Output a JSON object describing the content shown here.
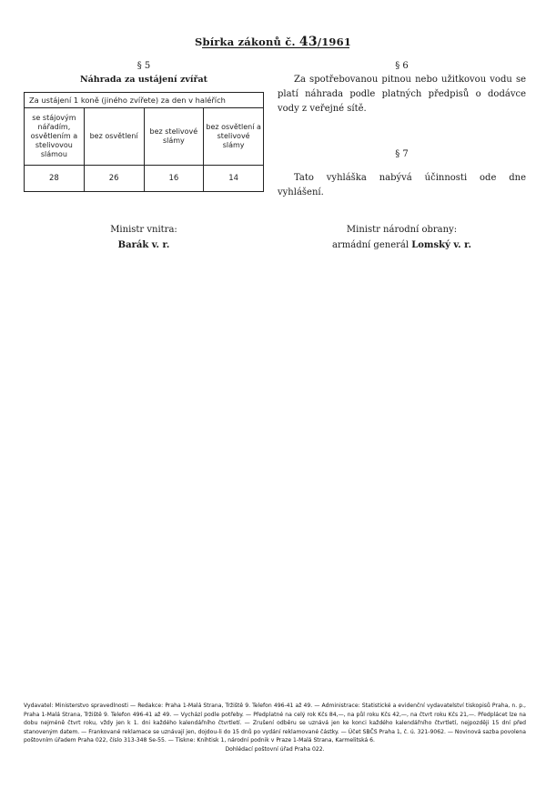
{
  "header": {
    "text": "Sbírka zákonů č. ",
    "number": "43",
    "year": "/1961"
  },
  "section5": {
    "sign": "§ 5",
    "title": "Náhrada za ustájení zvířat",
    "table": {
      "header": "Za ustájení 1 koně (jiného zvířete) za den v haléřích",
      "columns": [
        "se stájovým nářadím, osvětlením a stelivovou slámou",
        "bez osvětlení",
        "bez stelivové slámy",
        "bez osvětlení a stelivové slámy"
      ],
      "values": [
        "28",
        "26",
        "16",
        "14"
      ]
    }
  },
  "section6": {
    "sign": "§ 6",
    "text": "Za spotřebovanou pitnou nebo užitkovou vodu se platí náhrada podle platných předpisů o dodávce vody z veřejné sítě."
  },
  "section7": {
    "sign": "§ 7",
    "text": "Tato vyhláška nabývá účinnosti ode dne vyhlášení."
  },
  "signatures": {
    "left": {
      "title": "Ministr vnitra:",
      "name": "Barák v. r."
    },
    "right": {
      "title": "Ministr národní obrany:",
      "rank": "armádní generál ",
      "name": "Lomský v. r."
    }
  },
  "footer": {
    "lines": [
      "Vydavatel: Ministerstvo spravedlnosti — Redakce: Praha 1-Malá Strana, Tržiště 9. Telefon 496-41 až 49. — Administrace: Statistické a evidenční vydavatelství tiskopisů Praha, n. p., Praha 1-Malá Strana, Tržiště 9. Telefon 496-41 až 49. — Vychází podle potřeby. — Předplatné na celý rok Kčs 84,—, na půl roku Kčs 42,—, na čtvrt roku Kčs 21,—. Předplácet lze na dobu nejméně čtvrt roku, vždy jen k 1. dni každého kalendářního čtvrtletí. — Zrušení odběru se uznává jen ke konci každého kalendářního čtvrtletí, nejpozději 15 dní před stanoveným datem. — Frankované reklamace se uznávají jen, dojdou-li do 15 dnů po vydání reklamované částky. — Účet SBČS Praha 1, č. ú. 321-9062. — Novinová sazba povolena poštovním úřadem Praha 022, číslo 313-348 Se-55. — Tiskne: Knihtisk 1, národní podnik v Praze 1-Malá Strana, Karmelitská 6."
    ],
    "last": "Dohlédací poštovní úřad Praha 022."
  }
}
